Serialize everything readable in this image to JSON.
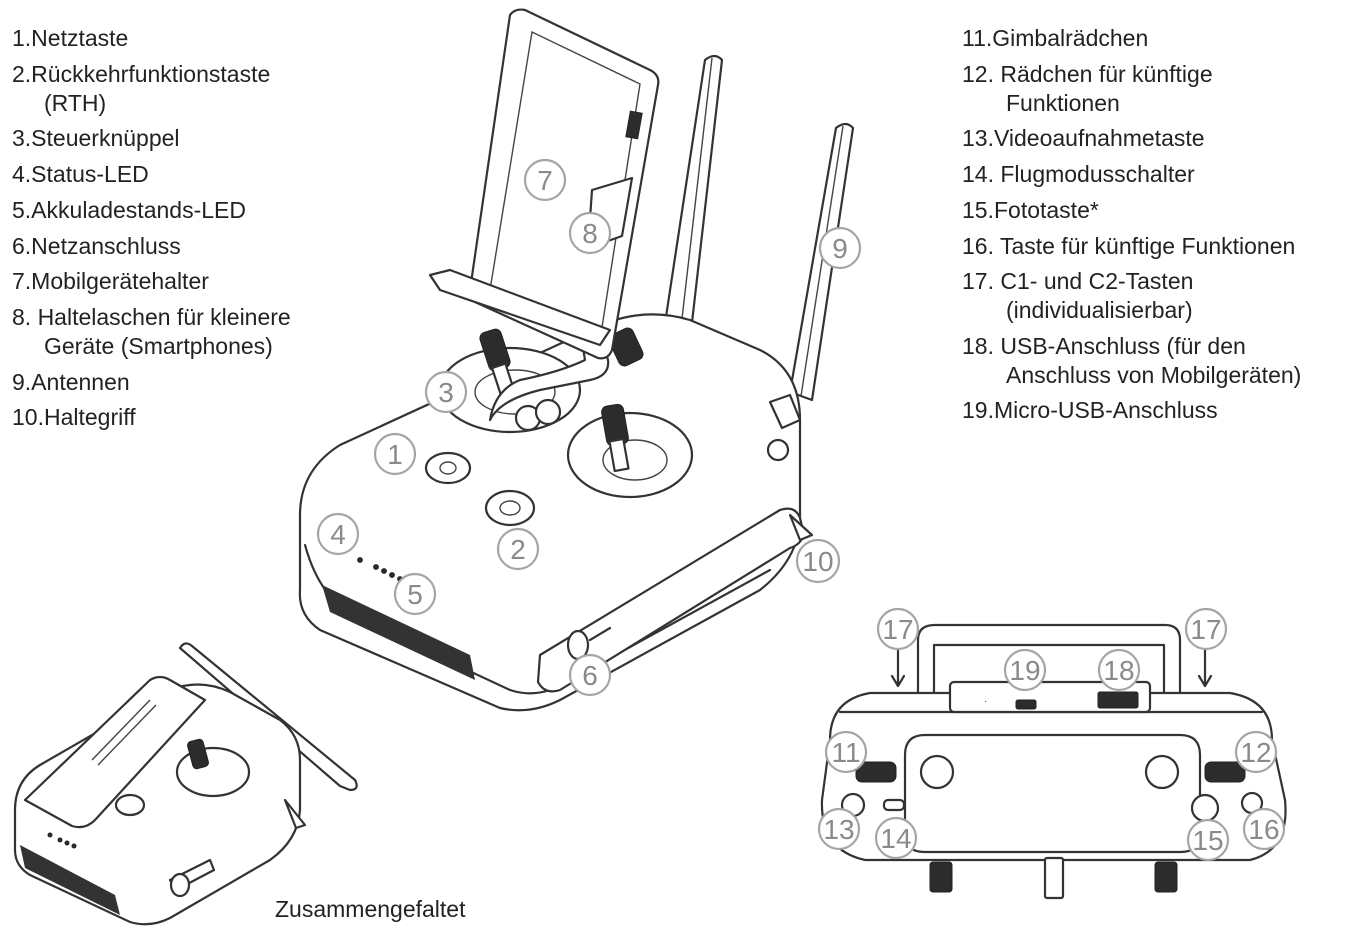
{
  "legend_left": [
    {
      "label": "1.Netztaste",
      "sub": ""
    },
    {
      "label": "2.Rückkehrfunktionstaste",
      "sub": "(RTH)"
    },
    {
      "label": "3.Steuerknüppel",
      "sub": ""
    },
    {
      "label": "4.Status-LED",
      "sub": ""
    },
    {
      "label": "5.Akkuladestands-LED",
      "sub": ""
    },
    {
      "label": "6.Netzanschluss",
      "sub": ""
    },
    {
      "label": "7.Mobilgerätehalter",
      "sub": ""
    },
    {
      "label": "8.  Haltelaschen für kleinere",
      "sub": "Geräte (Smartphones)"
    },
    {
      "label": "9.Antennen",
      "sub": ""
    },
    {
      "label": "10.Haltegriff",
      "sub": ""
    }
  ],
  "legend_right": [
    {
      "label": "11.Gimbalrädchen",
      "sub": ""
    },
    {
      "label": "12.  Rädchen für künftige",
      "sub": "Funktionen"
    },
    {
      "label": "13.Videoaufnahmetaste",
      "sub": ""
    },
    {
      "label": "14. Flugmodusschalter",
      "sub": ""
    },
    {
      "label": "15.Fototaste*",
      "sub": ""
    },
    {
      "label": "16.  Taste für künftige Funktionen",
      "sub": ""
    },
    {
      "label": "17.  C1- und C2-Tasten",
      "sub": "(individualisierbar)"
    },
    {
      "label": "18.  USB-Anschluss (für den",
      "sub": "Anschluss von Mobilgeräten)"
    },
    {
      "label": "19.Micro-USB-Anschluss",
      "sub": ""
    }
  ],
  "caption": "Zusammengefaltet",
  "callouts": {
    "c1": "1",
    "c2": "2",
    "c3": "3",
    "c4": "4",
    "c5": "5",
    "c6": "6",
    "c7": "7",
    "c8": "8",
    "c9": "9",
    "c10": "10",
    "c11": "11",
    "c12": "12",
    "c13": "13",
    "c14": "14",
    "c15": "15",
    "c16": "16",
    "c17a": "17",
    "c17b": "17",
    "c18": "18",
    "c19": "19"
  }
}
